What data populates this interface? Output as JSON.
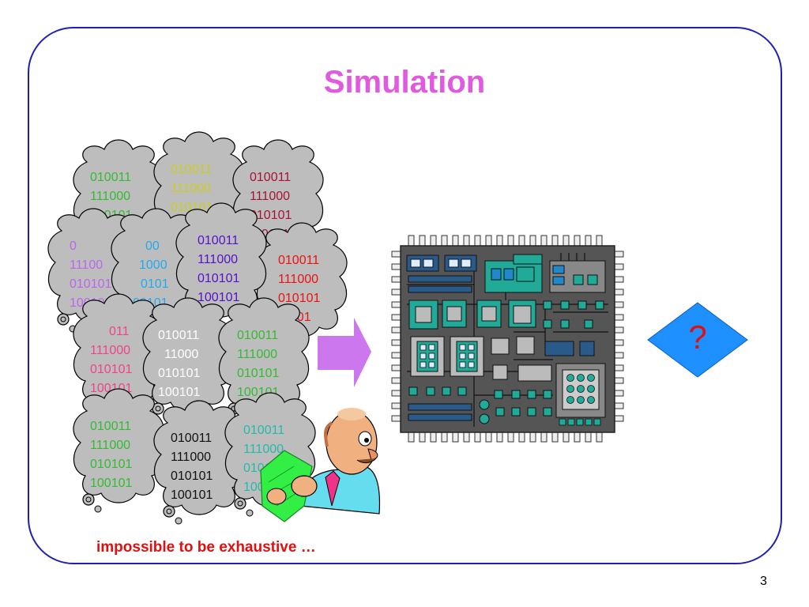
{
  "slide": {
    "title": "Simulation",
    "caption": "impossible to be exhaustive …",
    "page_number": "3",
    "decision_symbol": "?"
  },
  "colors": {
    "title": "#e05ae0",
    "frame": "#1f1fb4",
    "caption": "#e01010",
    "arrow": "#cc77ee",
    "diamond": "#1e90ff",
    "cloud_fill": "#bdbdbd",
    "chip_body": "#555555"
  }
}
